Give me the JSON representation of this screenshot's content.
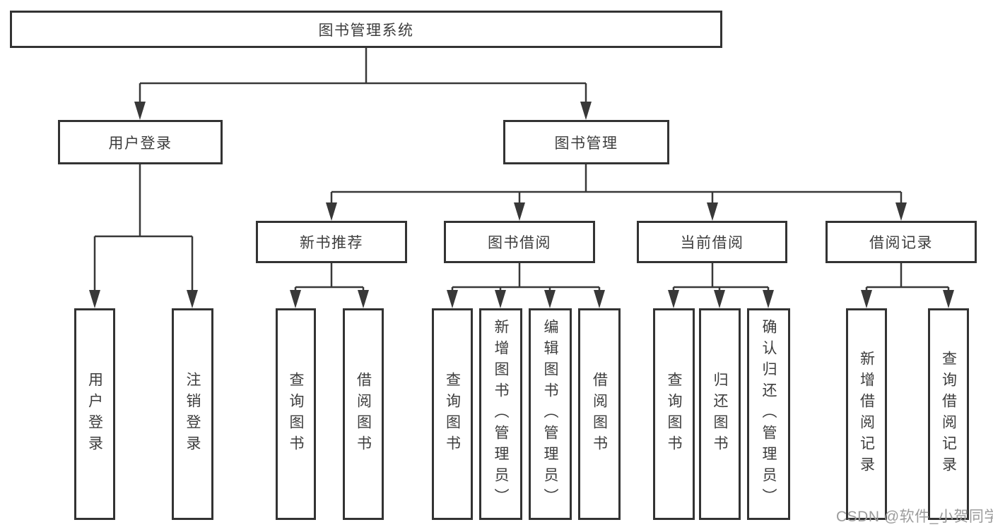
{
  "tree": {
    "root": {
      "label": "图书管理系统"
    },
    "branches": [
      {
        "label": "用户登录",
        "children": [
          {
            "label": "用户登录"
          },
          {
            "label": "注销登录"
          }
        ]
      },
      {
        "label": "图书管理",
        "children": [
          {
            "label": "新书推荐",
            "children": [
              {
                "label": "查询图书"
              },
              {
                "label": "借阅图书"
              }
            ]
          },
          {
            "label": "图书借阅",
            "children": [
              {
                "label": "查询图书"
              },
              {
                "label": "新增图书（管理员）"
              },
              {
                "label": "编辑图书（管理员）"
              },
              {
                "label": "借阅图书"
              }
            ]
          },
          {
            "label": "当前借阅",
            "children": [
              {
                "label": "查询图书"
              },
              {
                "label": "归还图书"
              },
              {
                "label": "确认归还（管理员）"
              }
            ]
          },
          {
            "label": "借阅记录",
            "children": [
              {
                "label": "新增借阅记录"
              },
              {
                "label": "查询借阅记录"
              }
            ]
          }
        ]
      }
    ]
  },
  "watermark": {
    "text": "CSDN @软件_小贺同学"
  },
  "colors": {
    "background": "#ffffff",
    "line": "#383838",
    "box_border": "#333333",
    "box_bg": "#ffffff",
    "text": "#3d3d3d",
    "watermark": "#9c9c9c"
  }
}
